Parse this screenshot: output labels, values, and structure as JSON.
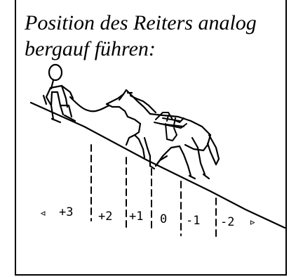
{
  "caption": {
    "line1": "Position des Reiters analog",
    "line2": "bergauf führen:"
  },
  "scale": {
    "left_arrow": "◃",
    "right_arrow": "▹",
    "labels": [
      "+3",
      "+2",
      "+1",
      "0",
      "-1",
      "-2"
    ]
  },
  "colors": {
    "ink": "#000000",
    "paper": "#ffffff"
  }
}
